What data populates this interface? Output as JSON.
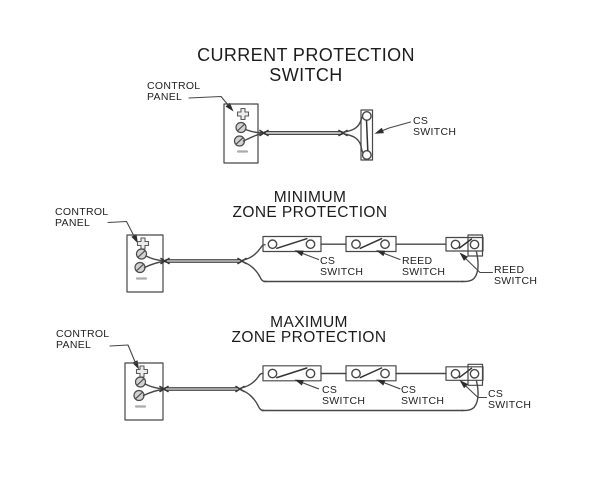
{
  "colors": {
    "background": "#ffffff",
    "ink": "#474747",
    "text": "#1c1c1c",
    "arrow": "#2e2e2e",
    "screw_fill": "#d2d2d2"
  },
  "sections": [
    {
      "title_line1": "CURRENT PROTECTION",
      "title_line2": "SWITCH",
      "panel_label": "CONTROL PANEL",
      "switch_labels": [
        "CS SWITCH"
      ]
    },
    {
      "title_line1": "MINIMUM",
      "title_line2": "ZONE PROTECTION",
      "panel_label": "CONTROL PANEL",
      "switch_labels": [
        "CS SWITCH",
        "REED SWITCH",
        "REED SWITCH"
      ]
    },
    {
      "title_line1": "MAXIMUM",
      "title_line2": "ZONE PROTECTION",
      "panel_label": "CONTROL PANEL",
      "switch_labels": [
        "CS SWITCH",
        "CS SWITCH",
        "CS SWITCH"
      ]
    }
  ]
}
